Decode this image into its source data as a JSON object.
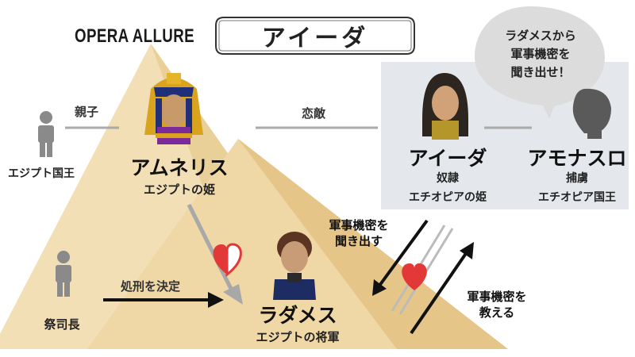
{
  "header": {
    "brand": "OPERA ALLURE",
    "title": "アイーダ"
  },
  "bubble": {
    "lines": [
      "ラダメスから",
      "軍事機密を",
      "聞き出せ！"
    ]
  },
  "characters": {
    "king": {
      "label": "エジプト国王"
    },
    "amneris": {
      "name": "アムネリス",
      "role": "エジプトの姫"
    },
    "aida": {
      "name": "アイーダ",
      "role1": "奴隷",
      "role2": "エチオピアの姫"
    },
    "amonasro": {
      "name": "アモナスロ",
      "role1": "捕虜",
      "role2": "エチオピア国王"
    },
    "priest": {
      "label": "祭司長"
    },
    "radames": {
      "name": "ラダメス",
      "role": "エジプトの将軍"
    }
  },
  "relations": {
    "parent": "親子",
    "rival": "恋敵",
    "execution": "処刑を決定",
    "extract": [
      "軍事機密を",
      "聞き出す"
    ],
    "teach": [
      "軍事機密を",
      "教える"
    ]
  },
  "colors": {
    "pyramid_light": "#f3dfb5",
    "pyramid_dark": "#e6c688",
    "ethiopia_panel": "#e4e8ec",
    "bubble": "#dcdcdc",
    "heart": "#e23838",
    "person_gray": "#8a8a8a",
    "line_gray": "#aaaaaa"
  }
}
